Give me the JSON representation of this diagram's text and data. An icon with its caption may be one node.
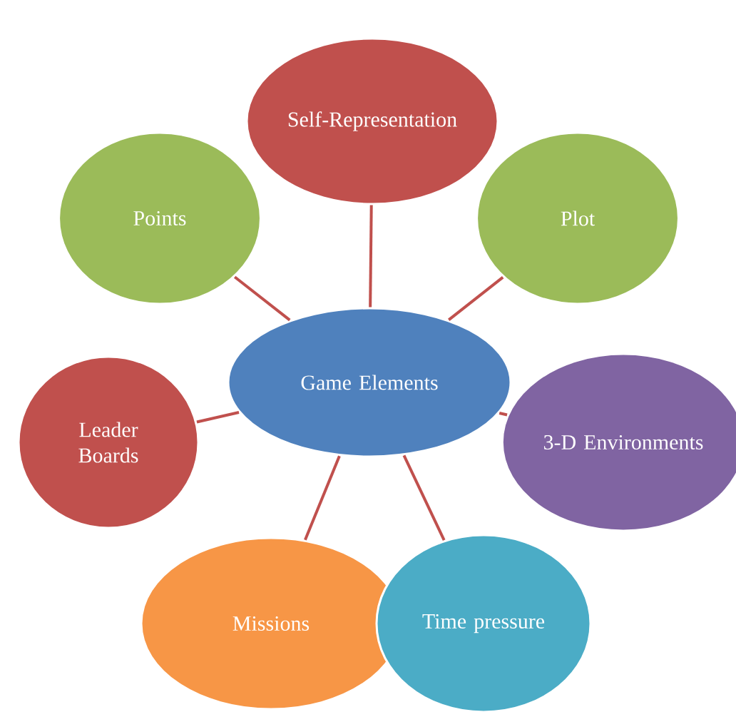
{
  "diagram": {
    "nodes": [
      {
        "text": [
          "Self-Representation"
        ]
      },
      {
        "text": [
          "Points"
        ]
      },
      {
        "text": [
          "Plot"
        ]
      },
      {
        "text": [
          "Game Elements"
        ]
      },
      {
        "text": [
          "Leader Boards"
        ]
      },
      {
        "text": [
          "3-D Environments"
        ]
      },
      {
        "text": [
          "Missions"
        ]
      },
      {
        "text": [
          "Time pressure"
        ]
      }
    ],
    "edges": [
      {
        "from": 3,
        "to": 0,
        "arrow": "none"
      },
      {
        "from": 3,
        "to": 1,
        "arrow": "none"
      },
      {
        "from": 3,
        "to": 2,
        "arrow": "none"
      },
      {
        "from": 3,
        "to": 4,
        "arrow": "none"
      },
      {
        "from": 3,
        "to": 5,
        "arrow": "none"
      },
      {
        "from": 3,
        "to": 6,
        "arrow": "none"
      },
      {
        "from": 3,
        "to": 7,
        "arrow": "none"
      }
    ]
  }
}
